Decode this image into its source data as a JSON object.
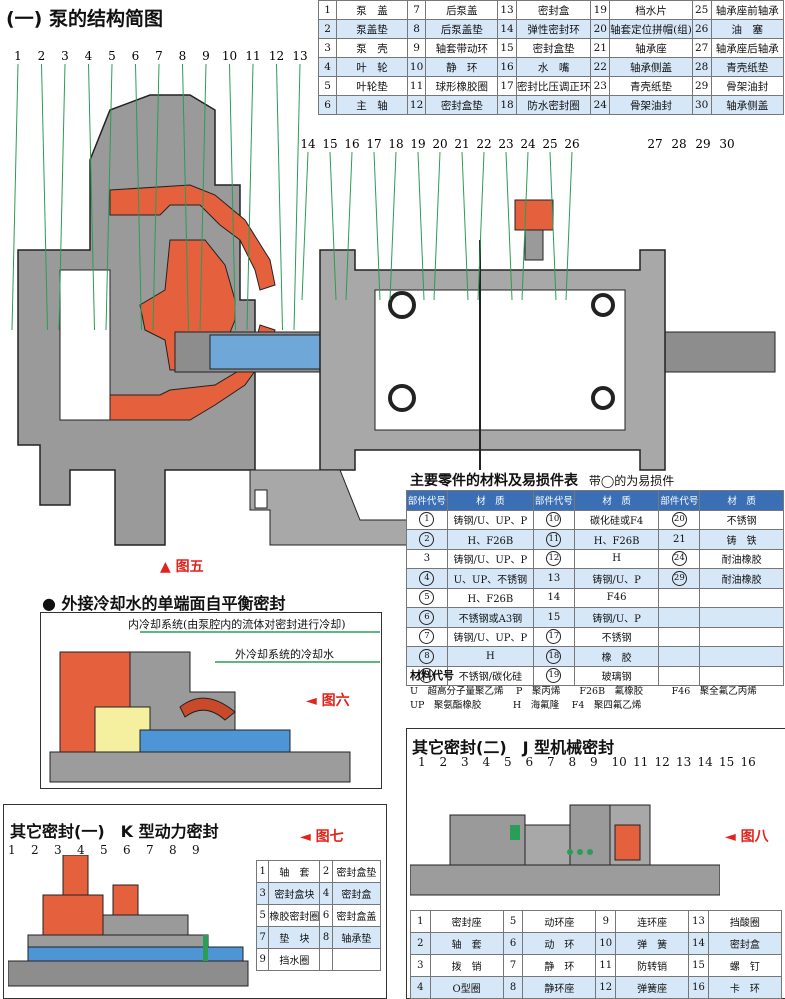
{
  "section1_title": "(一) 泵的结构简图",
  "parts_table": [
    [
      {
        "n": "1",
        "t": "泵　盖"
      },
      {
        "n": "7",
        "t": "后泵盖"
      },
      {
        "n": "13",
        "t": "密封盒"
      },
      {
        "n": "19",
        "t": "档水片"
      },
      {
        "n": "25",
        "t": "轴承座前轴承"
      }
    ],
    [
      {
        "n": "2",
        "t": "泵盖垫"
      },
      {
        "n": "8",
        "t": "后泵盖垫"
      },
      {
        "n": "14",
        "t": "弹性密封环"
      },
      {
        "n": "20",
        "t": "轴套定位拼帽(组)"
      },
      {
        "n": "26",
        "t": "油　塞"
      }
    ],
    [
      {
        "n": "3",
        "t": "泵　壳"
      },
      {
        "n": "9",
        "t": "轴套带动环"
      },
      {
        "n": "15",
        "t": "密封盒垫"
      },
      {
        "n": "21",
        "t": "轴承座"
      },
      {
        "n": "27",
        "t": "轴承座后轴承"
      }
    ],
    [
      {
        "n": "4",
        "t": "叶　轮"
      },
      {
        "n": "10",
        "t": "静　环"
      },
      {
        "n": "16",
        "t": "水　嘴"
      },
      {
        "n": "22",
        "t": "轴承侧盖"
      },
      {
        "n": "28",
        "t": "青壳纸垫"
      }
    ],
    [
      {
        "n": "5",
        "t": "叶轮垫"
      },
      {
        "n": "11",
        "t": "球形橡胶圈"
      },
      {
        "n": "17",
        "t": "密封比压调正环"
      },
      {
        "n": "23",
        "t": "青壳纸垫"
      },
      {
        "n": "29",
        "t": "骨架油封"
      }
    ],
    [
      {
        "n": "6",
        "t": "主　轴"
      },
      {
        "n": "12",
        "t": "密封盒垫"
      },
      {
        "n": "18",
        "t": "防水密封圈"
      },
      {
        "n": "24",
        "t": "骨架油封"
      },
      {
        "n": "30",
        "t": "轴承侧盖"
      }
    ]
  ],
  "pump_callouts_top": [
    "1",
    "2",
    "3",
    "4",
    "5",
    "6",
    "7",
    "8",
    "9",
    "10",
    "11",
    "12",
    "13"
  ],
  "pump_callouts_mid": [
    "14",
    "15",
    "16",
    "17",
    "18",
    "19",
    "20",
    "21",
    "22",
    "23",
    "24",
    "25",
    "26",
    "27",
    "28",
    "29",
    "30"
  ],
  "fig5": "▲ 图五",
  "materials_title": "主要零件的材料及易损件表",
  "materials_note": "带◯的为易损件",
  "materials_headers": [
    "部件代号",
    "材　质",
    "部件代号",
    "材　质",
    "部件代号",
    "材　质"
  ],
  "materials_rows": [
    [
      {
        "c": "1",
        "o": true,
        "m": "铸钢/U、UP、P"
      },
      {
        "c": "10",
        "o": true,
        "m": "碳化硅或F4"
      },
      {
        "c": "20",
        "o": true,
        "m": "不锈钢"
      }
    ],
    [
      {
        "c": "2",
        "o": true,
        "m": "H、F26B"
      },
      {
        "c": "11",
        "o": true,
        "m": "H、F26B"
      },
      {
        "c": "21",
        "o": false,
        "m": "铸　铁"
      }
    ],
    [
      {
        "c": "3",
        "o": false,
        "m": "铸钢/U、UP、P"
      },
      {
        "c": "12",
        "o": true,
        "m": "H"
      },
      {
        "c": "24",
        "o": true,
        "m": "耐油橡胶"
      }
    ],
    [
      {
        "c": "4",
        "o": true,
        "m": "U、UP、不锈钢"
      },
      {
        "c": "13",
        "o": false,
        "m": "铸钢/U、P"
      },
      {
        "c": "29",
        "o": true,
        "m": "耐油橡胶"
      }
    ],
    [
      {
        "c": "5",
        "o": true,
        "m": "H、F26B"
      },
      {
        "c": "14",
        "o": false,
        "m": "F46"
      },
      {
        "c": "",
        "o": false,
        "m": ""
      }
    ],
    [
      {
        "c": "6",
        "o": true,
        "m": "不锈钢或A3钢"
      },
      {
        "c": "15",
        "o": false,
        "m": "铸钢/U、P"
      },
      {
        "c": "",
        "o": false,
        "m": ""
      }
    ],
    [
      {
        "c": "7",
        "o": true,
        "m": "铸钢/U、UP、P"
      },
      {
        "c": "17",
        "o": true,
        "m": "不锈钢"
      },
      {
        "c": "",
        "o": false,
        "m": ""
      }
    ],
    [
      {
        "c": "8",
        "o": true,
        "m": "H"
      },
      {
        "c": "18",
        "o": true,
        "m": "橡　胶"
      },
      {
        "c": "",
        "o": false,
        "m": ""
      }
    ],
    [
      {
        "c": "9",
        "o": true,
        "m": "不锈钢/碳化硅"
      },
      {
        "c": "19",
        "o": true,
        "m": "玻璃钢"
      },
      {
        "c": "",
        "o": false,
        "m": ""
      }
    ]
  ],
  "material_codes_title": "材料代号",
  "material_codes_line1": "U　超高分子量聚乙烯　 P　聚丙烯　　F26B　氟橡胶　　　F46　聚全氟乙丙烯",
  "material_codes_line2": "UP　聚氨酯橡胶　　　 H　海氟隆　 F4　聚四氟乙烯",
  "section_fig6_title": "● 外接冷却水的单端面自平衡密封",
  "fig6_label_inner": "内冷却系统(由泵腔内的流体对密封进行冷却)",
  "fig6_label_outer": "外冷却系统的冷却水",
  "fig6": "◄ 图六",
  "section_fig7_title": "其它密封(一)　K 型动力密封",
  "fig7": "◄ 图七",
  "fig7_callouts": [
    "1",
    "2",
    "3",
    "4",
    "5",
    "6",
    "7",
    "8",
    "9"
  ],
  "fig7_table": [
    [
      {
        "n": "1",
        "t": "轴　套"
      },
      {
        "n": "2",
        "t": "密封盒垫"
      }
    ],
    [
      {
        "n": "3",
        "t": "密封盒块"
      },
      {
        "n": "4",
        "t": "密封盒"
      }
    ],
    [
      {
        "n": "5",
        "t": "橡胶密封圈"
      },
      {
        "n": "6",
        "t": "密封盒盖"
      }
    ],
    [
      {
        "n": "7",
        "t": "垫　块"
      },
      {
        "n": "8",
        "t": "轴承垫"
      }
    ],
    [
      {
        "n": "9",
        "t": "挡水圈"
      },
      {
        "n": "",
        "t": ""
      }
    ]
  ],
  "section_fig8_title": "其它密封(二)　J 型机械密封",
  "fig8": "◄ 图八",
  "fig8_callouts": [
    "1",
    "2",
    "3",
    "4",
    "5",
    "6",
    "7",
    "8",
    "9",
    "10",
    "11",
    "12",
    "13",
    "14",
    "15",
    "16"
  ],
  "fig8_table": [
    [
      {
        "n": "1",
        "t": "密封座"
      },
      {
        "n": "5",
        "t": "动环座"
      },
      {
        "n": "9",
        "t": "连环座"
      },
      {
        "n": "13",
        "t": "挡酸圈"
      }
    ],
    [
      {
        "n": "2",
        "t": "轴　套"
      },
      {
        "n": "6",
        "t": "动　环"
      },
      {
        "n": "10",
        "t": "弹　簧"
      },
      {
        "n": "14",
        "t": "密封盒"
      }
    ],
    [
      {
        "n": "3",
        "t": "拨　销"
      },
      {
        "n": "7",
        "t": "静　环"
      },
      {
        "n": "11",
        "t": "防转销"
      },
      {
        "n": "15",
        "t": "螺　钉"
      }
    ],
    [
      {
        "n": "4",
        "t": "O型圈"
      },
      {
        "n": "8",
        "t": "静环座"
      },
      {
        "n": "12",
        "t": "弹簧座"
      },
      {
        "n": "16",
        "t": "卡　环"
      }
    ]
  ]
}
